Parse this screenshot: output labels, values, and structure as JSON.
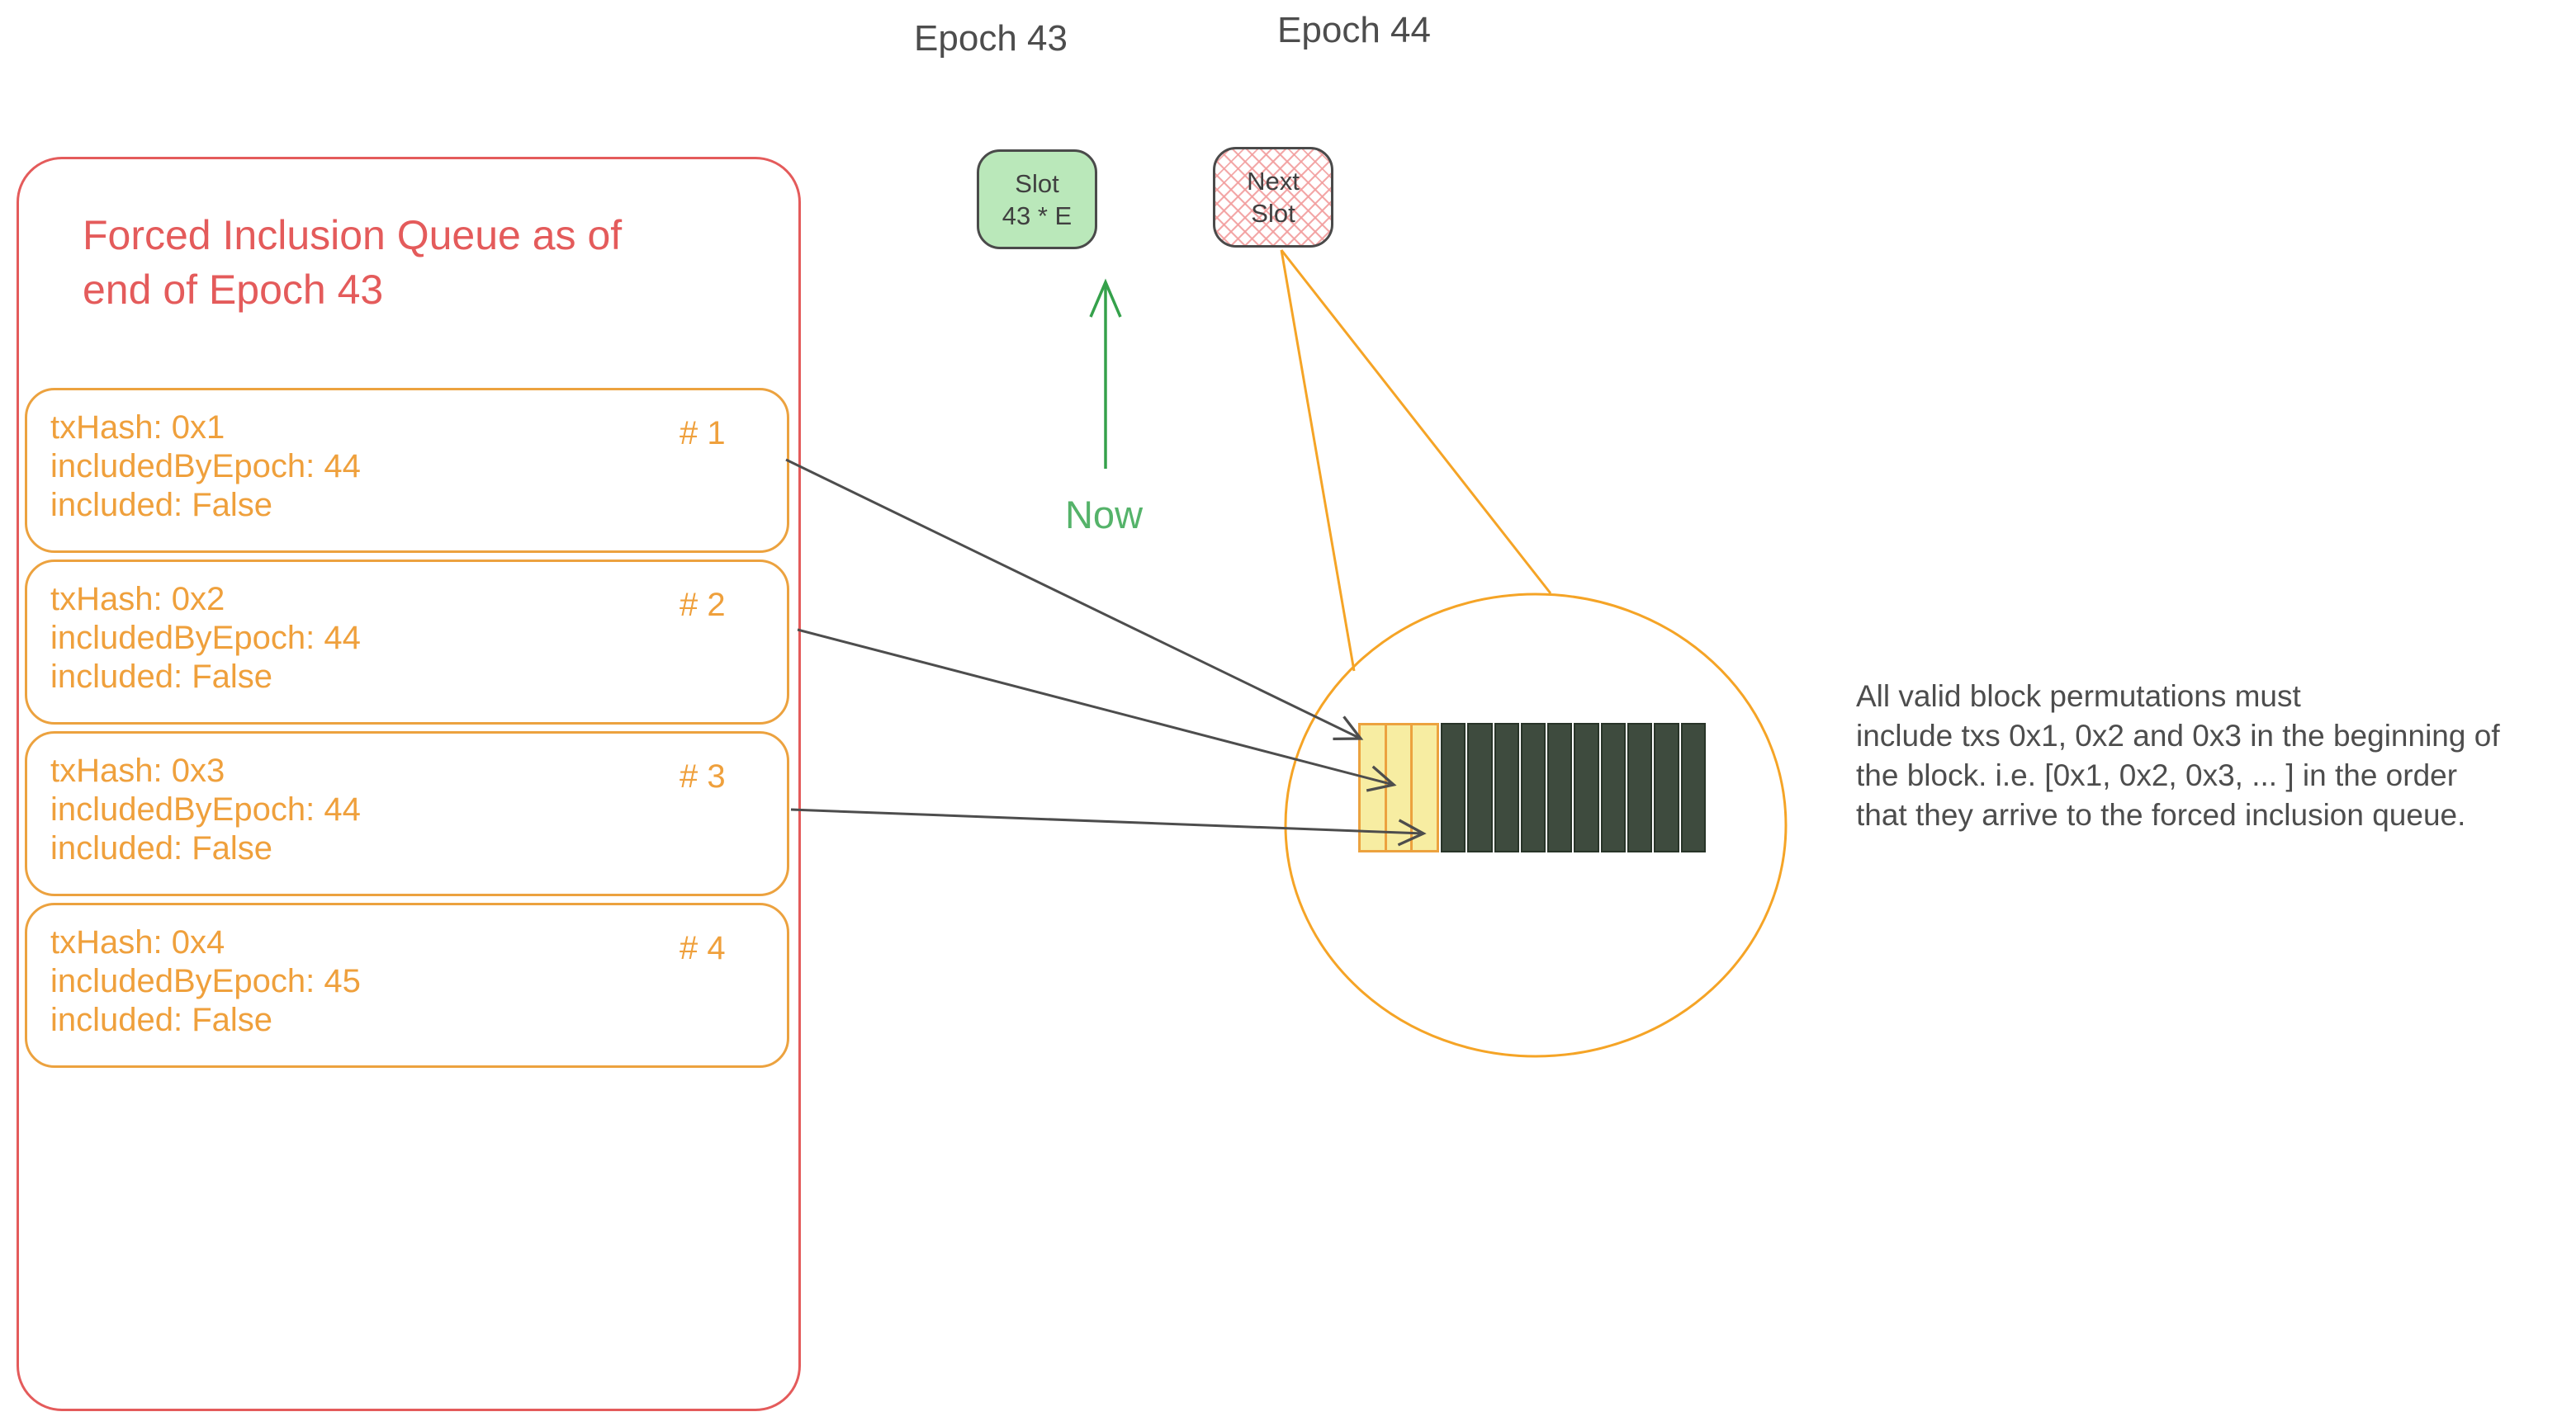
{
  "labels": {
    "epoch43": "Epoch 43",
    "epoch44": "Epoch 44",
    "now": "Now"
  },
  "queue": {
    "title_line1": "Forced Inclusion Queue as of",
    "title_line2": "end of Epoch 43",
    "entries": [
      {
        "line1": "txHash: 0x1",
        "line2": "includedByEpoch: 44",
        "line3": "included: False",
        "index": "# 1"
      },
      {
        "line1": "txHash: 0x2",
        "line2": "includedByEpoch: 44",
        "line3": "included: False",
        "index": "# 2"
      },
      {
        "line1": "txHash: 0x3",
        "line2": "includedByEpoch: 44",
        "line3": "included: False",
        "index": "# 3"
      },
      {
        "line1": "txHash: 0x4",
        "line2": "includedByEpoch: 45",
        "line3": "included: False",
        "index": "# 4"
      }
    ]
  },
  "slot_box": {
    "line1": "Slot",
    "line2": "43 * E"
  },
  "next_slot_box": {
    "line1": "Next",
    "line2": "Slot"
  },
  "note": {
    "lines": [
      "All valid block permutations must",
      "include txs 0x1, 0x2 and 0x3 in the beginning of",
      "the block. i.e. [0x1, 0x2, 0x3, ... ] in the order",
      "that they arrive to the forced inclusion queue."
    ]
  },
  "block": {
    "forced_slots": 3,
    "other_slots": 10
  },
  "colors": {
    "red": "#e45b5b",
    "orange": "#eca23f",
    "connector_orange": "#f5a426",
    "yellow_fill": "#f7eda2",
    "dark_segment": "#3e4b3e",
    "green_arrow": "#35a14b",
    "green_text": "#55b36a",
    "slot_green_fill": "#bae8ba",
    "hatch_pink": "#f29e9e",
    "gray_text": "#4d4d4d"
  }
}
